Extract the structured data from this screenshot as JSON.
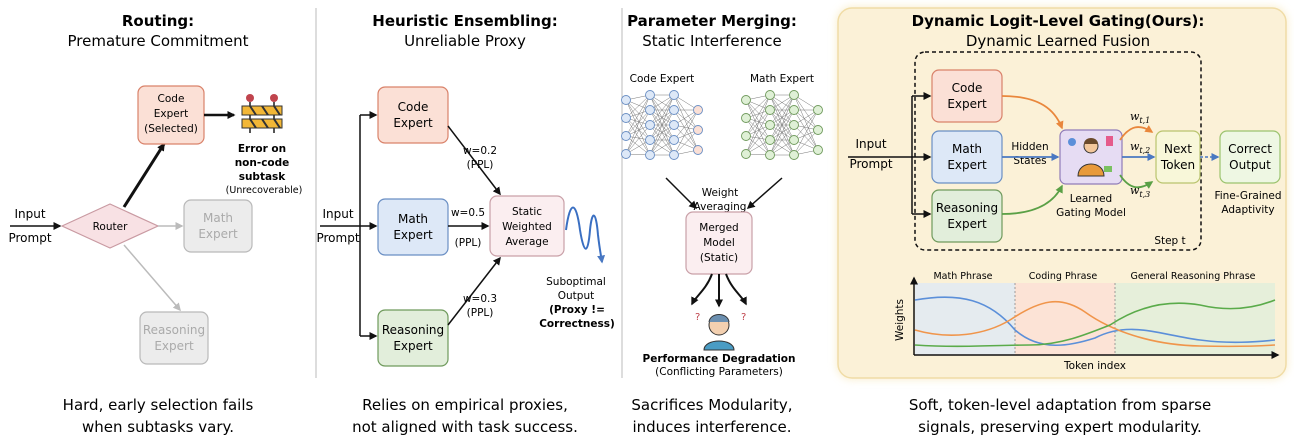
{
  "panels": {
    "routing": {
      "title": "Routing:",
      "subtitle": "Premature Commitment",
      "input": "Input",
      "prompt": "Prompt",
      "router": "Router",
      "code_expert": [
        "Code",
        "Expert",
        "(Selected)"
      ],
      "math_expert": [
        "Math",
        "Expert"
      ],
      "reasoning_expert": [
        "Reasoning",
        "Expert"
      ],
      "error": [
        "Error on",
        "non-code",
        "subtask"
      ],
      "unrecoverable": "(Unrecoverable)",
      "caption": [
        "Hard, early selection fails",
        "when subtasks vary."
      ]
    },
    "heuristic": {
      "title": "Heuristic Ensembling:",
      "subtitle": "Unreliable Proxy",
      "input": "Input",
      "prompt": "Prompt",
      "code_expert": [
        "Code",
        "Expert"
      ],
      "math_expert": [
        "Math",
        "Expert"
      ],
      "reasoning_expert": [
        "Reasoning",
        "Expert"
      ],
      "w_code": [
        "w=0.2",
        "(PPL)"
      ],
      "w_math": [
        "w=0.5",
        "(PPL)"
      ],
      "w_reason": [
        "w=0.3",
        "(PPL)"
      ],
      "average": [
        "Static",
        "Weighted",
        "Average"
      ],
      "output": [
        "Suboptimal",
        "Output"
      ],
      "proxy": [
        "(Proxy !=",
        "Correctness)"
      ],
      "caption": [
        "Relies on empirical proxies,",
        "not aligned with task success."
      ]
    },
    "merging": {
      "title": "Parameter Merging:",
      "subtitle": "Static Interference",
      "code_expert": "Code Expert",
      "math_expert": "Math Expert",
      "weight_avg": [
        "Weight",
        "Averaging"
      ],
      "merged": [
        "Merged",
        "Model",
        "(Static)"
      ],
      "degradation": "Performance Degradation",
      "conflict": "(Conflicting Parameters)",
      "caption": [
        "Sacrifices Modularity,",
        "induces interference."
      ]
    },
    "gating": {
      "title": "Dynamic Logit-Level Gating(Ours):",
      "subtitle": "Dynamic Learned Fusion",
      "input": "Input",
      "prompt": "Prompt",
      "code_expert": [
        "Code",
        "Expert"
      ],
      "math_expert": [
        "Math",
        "Expert"
      ],
      "reasoning_expert": [
        "Reasoning",
        "Expert"
      ],
      "hidden": [
        "Hidden",
        "States"
      ],
      "gating_model": [
        "Learned",
        "Gating Model"
      ],
      "next_token": [
        "Next",
        "Token"
      ],
      "correct_output": [
        "Correct",
        "Output"
      ],
      "fine_grained": [
        "Fine-Grained",
        "Adaptivity"
      ],
      "step": "Step t",
      "weights": [
        "w",
        "t,1",
        "t,2",
        "t,3"
      ],
      "plot_ylabel": "Weights",
      "plot_xlabel": "Token index",
      "phases": [
        "Math Phrase",
        "Coding Phrase",
        "General Reasoning Phrase"
      ],
      "caption": [
        "Soft, token-level adaptation from sparse",
        "signals, preserving expert modularity."
      ]
    }
  },
  "colors": {
    "code_fill": "#fbe0d6",
    "code_stroke": "#d9826a",
    "math_fill": "#dde8f7",
    "math_stroke": "#6a8fc4",
    "reason_fill": "#e2eedb",
    "reason_stroke": "#6f9a5c",
    "gray_fill": "#ececec",
    "gray_stroke": "#b9b9b9",
    "router_fill": "#f8e1e4",
    "router_stroke": "#c99aa2",
    "panel_bg": "#fbf1d7",
    "panel_stroke": "#f0dca6",
    "next_fill": "#f8f7d9",
    "next_stroke": "#b9c46e",
    "out_fill": "#eef7e3",
    "out_stroke": "#9bc36e",
    "curve_blue": "#5b8fd9",
    "curve_orange": "#f0954b",
    "curve_green": "#5aab4a"
  }
}
